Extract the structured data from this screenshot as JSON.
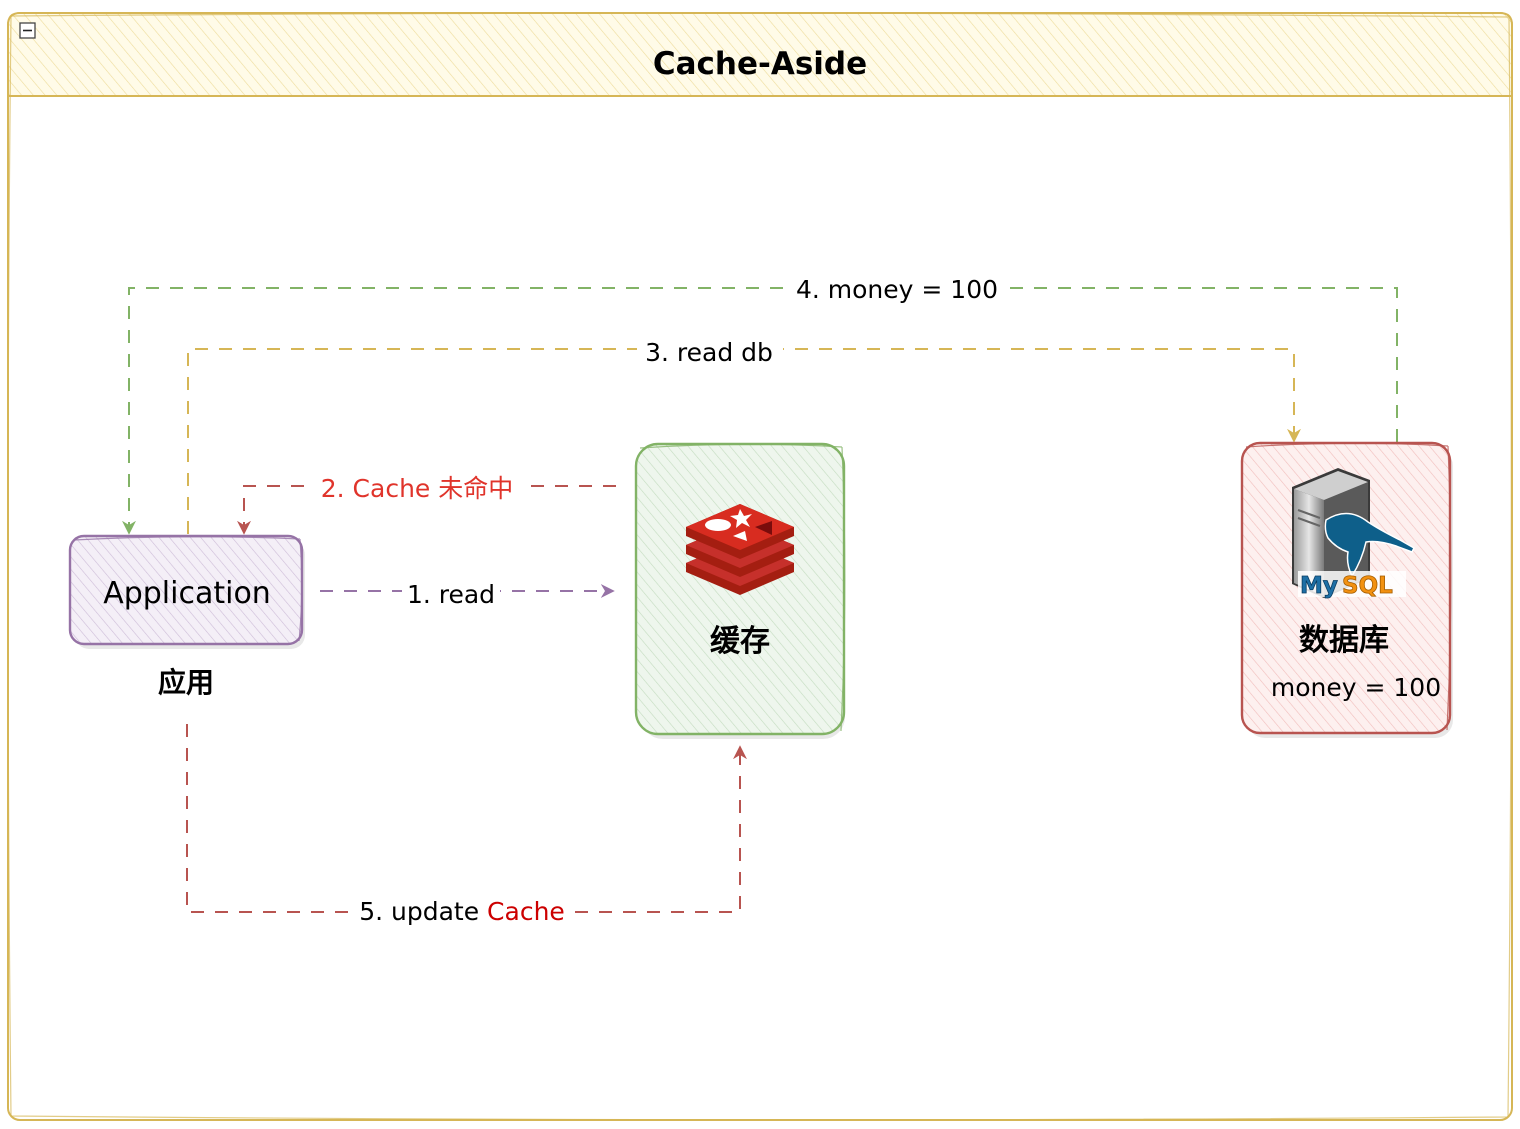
{
  "container": {
    "title": "Cache-Aside",
    "collapse_symbol": "−"
  },
  "nodes": {
    "application": {
      "label": "Application",
      "caption": "应用"
    },
    "cache": {
      "label": "缓存",
      "icon": "redis-icon"
    },
    "database": {
      "label": "数据库",
      "value_text": "money = 100",
      "icon": "mysql-server-icon"
    }
  },
  "edges": {
    "read": {
      "label": "1. read"
    },
    "cache_miss": {
      "label": "2. Cache 未命中"
    },
    "read_db": {
      "label": "3. read db"
    },
    "db_return": {
      "label": "4. money = 100"
    },
    "update_cache": {
      "label_prefix": "5. update ",
      "label_highlight": "Cache"
    }
  },
  "colors": {
    "container_border": "#d6b656",
    "container_header_fill": "#fff2cc",
    "app_border": "#9673a6",
    "app_fill": "#e1d5e7",
    "cache_border": "#82b366",
    "cache_fill": "#d5e8d4",
    "db_border": "#b85450",
    "db_fill": "#f8cecc",
    "edge_read": "#9673a6",
    "edge_miss": "#b85450",
    "edge_readdb": "#d6b656",
    "edge_return": "#82b366",
    "edge_update": "#b85450",
    "miss_label": "#e0342b",
    "cache_word": "#cc0000",
    "redis_red": "#c6302b",
    "redis_dark": "#a41e11"
  }
}
